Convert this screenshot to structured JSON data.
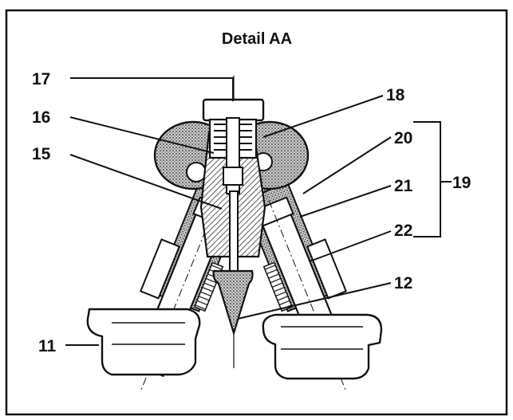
{
  "title": "Detail AA",
  "callouts": {
    "c11": "11",
    "c12": "12",
    "c15": "15",
    "c16": "16",
    "c17": "17",
    "c18": "18",
    "c19": "19",
    "c20": "20",
    "c21": "21",
    "c22": "22"
  },
  "colors": {
    "ink": "#111111",
    "paper": "#ffffff",
    "hatch": "#555555"
  }
}
